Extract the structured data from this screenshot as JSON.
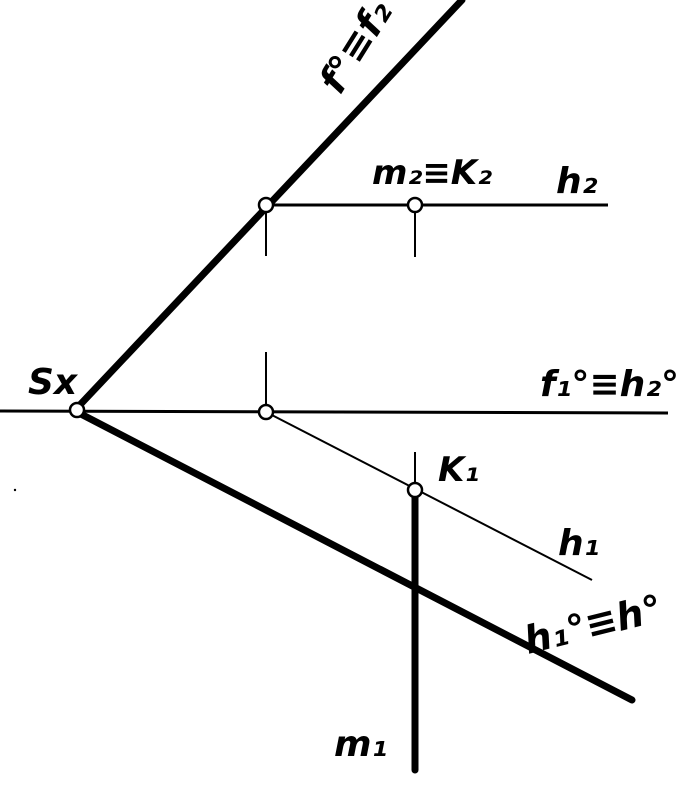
{
  "labels": {
    "f0_f2": "f°≡f₂",
    "m2_K2": "m₂≡K₂",
    "h2": "h₂",
    "Sx": "Sx",
    "f1_h2": "f₁°≡h₂°",
    "K1": "K₁",
    "h1": "h₁",
    "h1_h0": "h₁°≡h°",
    "m1": "m₁"
  }
}
